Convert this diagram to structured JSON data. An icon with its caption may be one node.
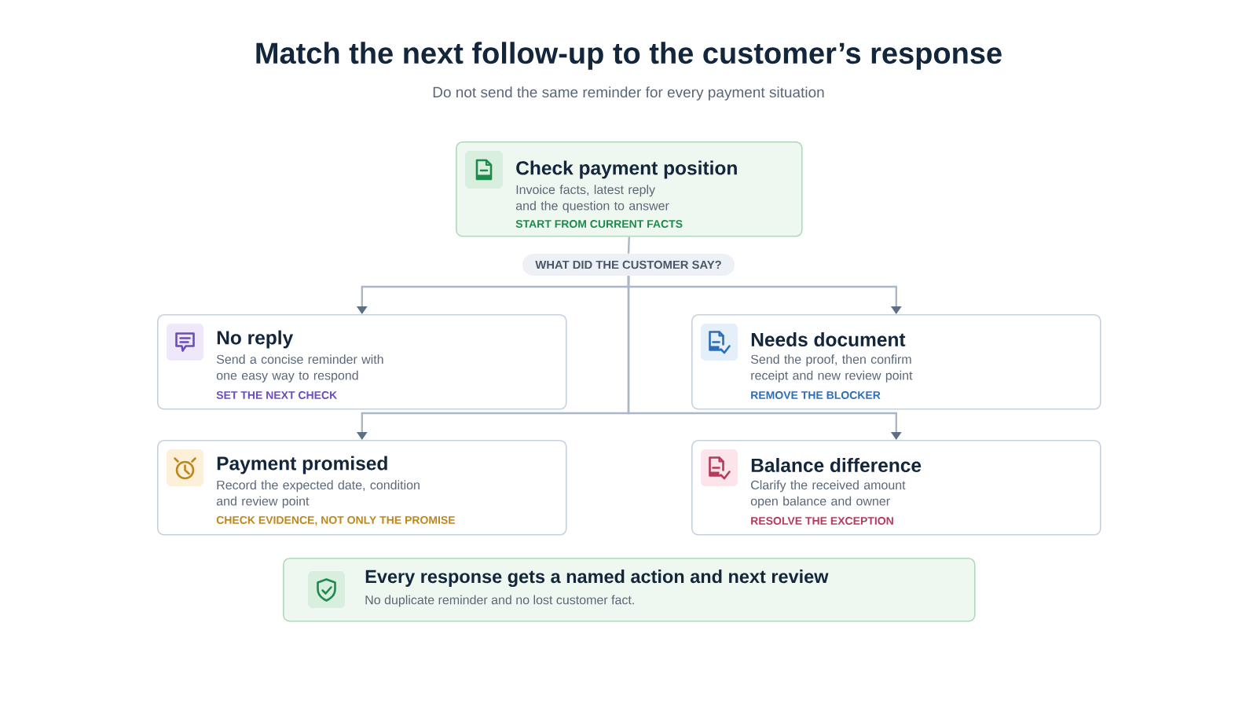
{
  "diagram": {
    "title": "Match the next follow-up to the customer’s response",
    "nodes": [
      {
        "text": [
          "Check payment position",
          "Invoice facts, latest reply and the question to answer",
          "START FROM CURRENT FACTS"
        ]
      },
      {
        "text": [
          "WHAT DID THE CUSTOMER SAY?"
        ]
      },
      {
        "text": [
          "No reply",
          "Send a concise reminder with one easy way to respond",
          "SET THE NEXT CHECK"
        ]
      },
      {
        "text": [
          "Needs document",
          "Send the proof, then confirm receipt and new review point",
          "REMOVE THE BLOCKER"
        ]
      },
      {
        "text": [
          "Payment promised",
          "Record the expected date, condition and review point",
          "CHECK EVIDENCE, NOT ONLY THE PROMISE"
        ]
      },
      {
        "text": [
          "Balance difference",
          "Clarify the received amount open balance and owner",
          "RESOLVE THE EXCEPTION"
        ]
      },
      {
        "text": [
          "Every response gets a named action and next review",
          "No duplicate reminder and no lost customer fact."
        ]
      }
    ],
    "edges": [
      {
        "from": 0,
        "to": 1,
        "arrow": "none"
      },
      {
        "from": 1,
        "to": 2,
        "arrow": "to"
      },
      {
        "from": 1,
        "to": 3,
        "arrow": "to"
      },
      {
        "from": 1,
        "to": 4,
        "arrow": "to"
      },
      {
        "from": 1,
        "to": 5,
        "arrow": "to"
      }
    ],
    "labels": [
      "Do not send the same reminder for every payment situation"
    ]
  }
}
